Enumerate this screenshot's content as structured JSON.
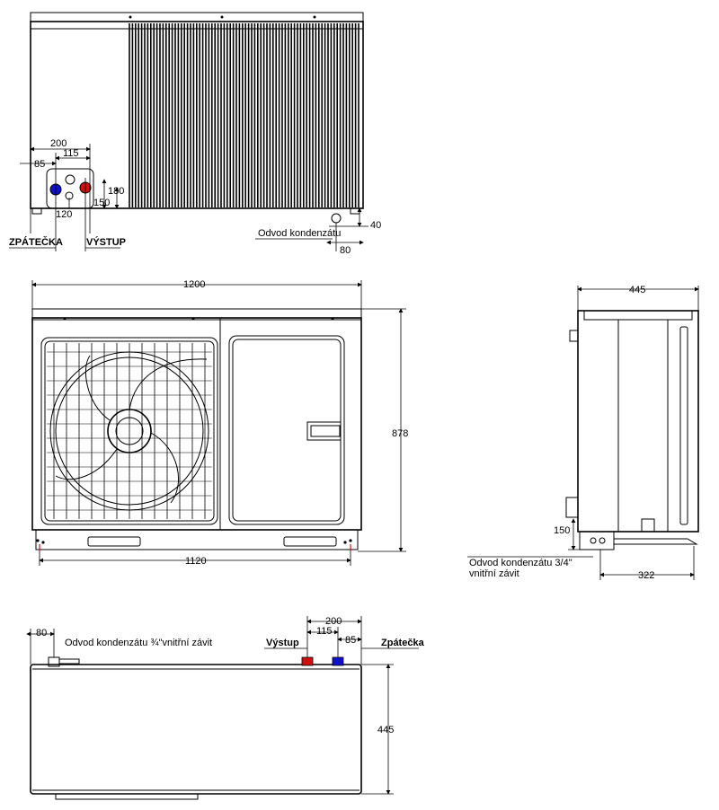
{
  "top_view": {
    "dim_200": "200",
    "dim_115": "115",
    "dim_85": "85",
    "dim_180": "180",
    "dim_150": "150",
    "dim_120": "120",
    "dim_40": "40",
    "dim_80": "80",
    "label_return": "ZPÁTEČKA",
    "label_outlet": "VÝSTUP",
    "label_drain": "Odvod kondenzátu"
  },
  "front_view": {
    "dim_width": "1200",
    "dim_height": "878",
    "dim_feet": "1120"
  },
  "side_view": {
    "dim_depth": "445",
    "dim_150": "150",
    "dim_322": "322",
    "drain_label_line1": "Odvod kondenzátu 3/4\"",
    "drain_label_line2": "vnitřní závit"
  },
  "plan_view": {
    "dim_80": "80",
    "drain_label": "Odvod kondenzátu ¾\"vnitřní závit",
    "dim_200": "200",
    "dim_115": "115",
    "dim_85": "85",
    "label_outlet": "Výstup",
    "label_return": "Zpátečka",
    "dim_445": "445"
  },
  "colors": {
    "return_pipe": "#1010c8",
    "outlet_pipe": "#d01010"
  }
}
